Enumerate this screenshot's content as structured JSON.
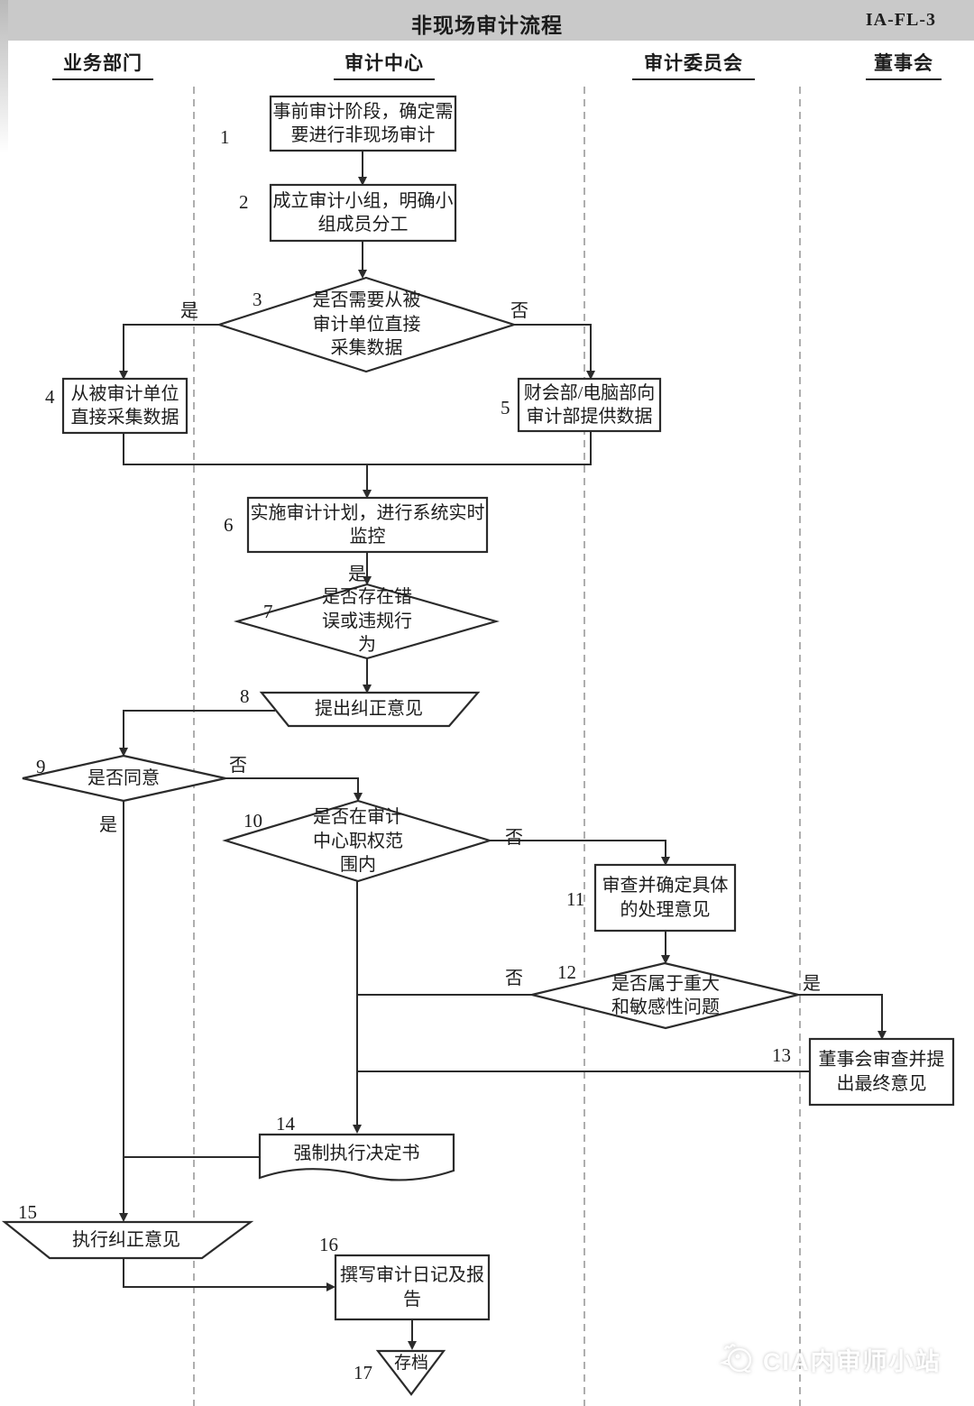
{
  "header": {
    "title": "非现场审计流程",
    "doc_code": "IA-FL-3"
  },
  "lanes": [
    {
      "label": "业务部门"
    },
    {
      "label": "审计中心"
    },
    {
      "label": "审计委员会"
    },
    {
      "label": "董事会"
    }
  ],
  "nodes": {
    "n1": {
      "num": "1",
      "text": "事前审计阶段，确定需要进行非现场审计",
      "shape": "process"
    },
    "n2": {
      "num": "2",
      "text": "成立审计小组，明确小组成员分工",
      "shape": "process"
    },
    "n3": {
      "num": "3",
      "text": "是否需要从被审计单位直接采集数据",
      "shape": "decision"
    },
    "n4": {
      "num": "4",
      "text": "从被审计单位直接采集数据",
      "shape": "process"
    },
    "n5": {
      "num": "5",
      "text": "财会部/电脑部向审计部提供数据",
      "shape": "process"
    },
    "n6": {
      "num": "6",
      "text": "实施审计计划，进行系统实时监控",
      "shape": "process"
    },
    "n7": {
      "num": "7",
      "text": "是否存在错误或违规行为",
      "shape": "decision"
    },
    "n8": {
      "num": "8",
      "text": "提出纠正意见",
      "shape": "manual-operation"
    },
    "n9": {
      "num": "9",
      "text": "是否同意",
      "shape": "decision"
    },
    "n10": {
      "num": "10",
      "text": "是否在审计中心职权范围内",
      "shape": "decision"
    },
    "n11": {
      "num": "11",
      "text": "审查并确定具体的处理意见",
      "shape": "process"
    },
    "n12": {
      "num": "12",
      "text": "是否属于重大和敏感性问题",
      "shape": "decision"
    },
    "n13": {
      "num": "13",
      "text": "董事会审查并提出最终意见",
      "shape": "process"
    },
    "n14": {
      "num": "14",
      "text": "强制执行决定书",
      "shape": "document"
    },
    "n15": {
      "num": "15",
      "text": "执行纠正意见",
      "shape": "manual-operation"
    },
    "n16": {
      "num": "16",
      "text": "撰写审计日记及报告",
      "shape": "process"
    },
    "n17": {
      "num": "17",
      "text": "存档",
      "shape": "archive-triangle"
    }
  },
  "branch_labels": {
    "d3_yes": "是",
    "d3_no": "否",
    "d6_yes": "是",
    "d9_no": "否",
    "d9_yes": "是",
    "d10_no": "否",
    "d12_no": "否",
    "d12_yes": "是"
  },
  "watermark": {
    "text": "CIA内审师小站",
    "logo": "chick-logo-icon"
  },
  "colors": {
    "header_bg": "#c9c9c9",
    "line": "#2b2b2b",
    "lane_divider": "#9a9a9a",
    "watermark": "#ffffff"
  }
}
